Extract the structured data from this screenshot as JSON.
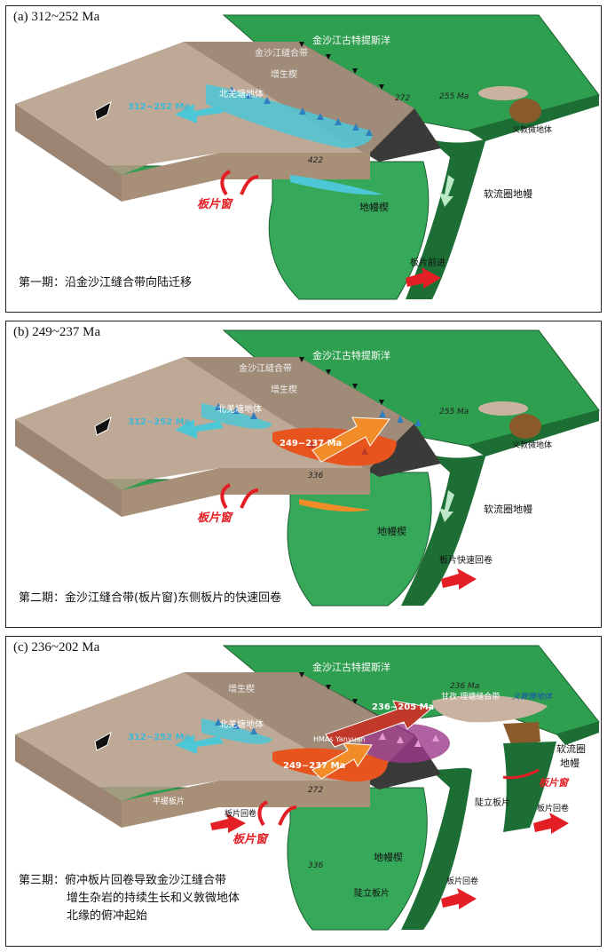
{
  "panels": [
    {
      "label": "(a)   312~252 Ma",
      "caption": "第一期：沿金沙江缝合带向陆迁移",
      "labels": {
        "ocean": "金沙江古特提斯洋",
        "suture": "金沙江缝合带",
        "accretion": "增生楔",
        "block": "北羌塘地体",
        "microblock": "义敦微地体",
        "asthenosphere": "软流圈地幔",
        "wedge": "地幔楔",
        "window": "板片窗",
        "advance": "板片前进",
        "arrow_age": "312~252 Ma",
        "ages": [
          "272",
          "255 Ma",
          "422"
        ]
      }
    },
    {
      "label": "(b)   249~237 Ma",
      "caption": "第二期：金沙江缝合带(板片窗)东侧板片的快速回卷",
      "labels": {
        "ocean": "金沙江古特提斯洋",
        "suture": "金沙江缝合带",
        "accretion": "增生楔",
        "block": "北羌塘地体",
        "microblock": "义敦微地体",
        "asthenosphere": "软流圈地幔",
        "wedge": "地幔楔",
        "window": "板片窗",
        "rollback": "板片快速回卷",
        "arrow_age": "312~252 Ma",
        "arrow_age2": "249~237 Ma",
        "ages": [
          "255 Ma",
          "336"
        ]
      }
    },
    {
      "label": "(c)   236~202 Ma",
      "caption_lines": [
        "第三期：俯冲板片回卷导致金沙江缝合带",
        "增生杂岩的持续生长和义敦微地体",
        "北缘的俯冲起始"
      ],
      "labels": {
        "ocean": "金沙江古特提斯洋",
        "accretion": "增生楔",
        "block": "北羌塘地体",
        "suture2": "甘孜-理塘缝合带",
        "microblock": "义敦微地体",
        "asthenosphere": [
          "软流圈",
          "地幔"
        ],
        "wedge": "地幔楔",
        "window": "板片窗",
        "window2": "板片窗",
        "flat": "平缓板片",
        "steep": "陡立板片",
        "steep2": "陡立板片",
        "rollback": "板片回卷",
        "rollback2": "板片回卷",
        "rollback3": "板片回卷",
        "arrow_age": "312~252 Ma",
        "arrow_age2": "249~237 Ma",
        "arrow_age3": "236~205 Ma",
        "hmas": "HMAs Yanyuan",
        "ages": [
          "236 Ma",
          "272",
          "336"
        ]
      }
    }
  ],
  "colors": {
    "green_top": "#2e9e4f",
    "green_dark": "#1d6e35",
    "green_wedge": "#36a85a",
    "brown": "#b39a84",
    "brown_side": "#9c8572",
    "dark_belt": "#3a3a38",
    "cyan": "#4dc7d6",
    "orange": "#e8541e",
    "red_arrow": "#e31e24",
    "magenta": "#9b3a8a"
  }
}
